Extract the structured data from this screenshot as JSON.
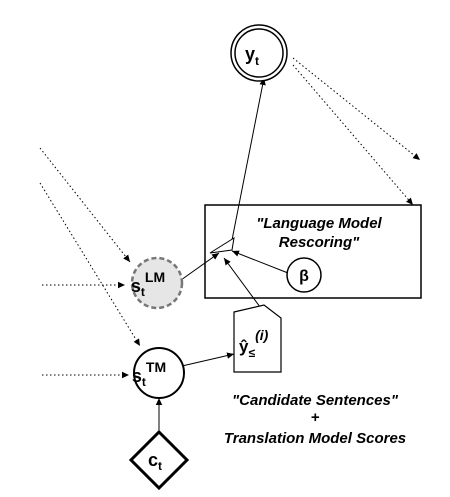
{
  "nodes": {
    "y": {
      "base": "y",
      "sub": "t"
    },
    "s_lm": {
      "base": "s",
      "sub": "t",
      "sup": "LM"
    },
    "s_tm": {
      "base": "s",
      "sub": "t",
      "sup": "TM"
    },
    "c": {
      "base": "c",
      "sub": "t"
    },
    "beta": {
      "label": "β"
    },
    "candidate": {
      "base": "ŷ",
      "sub": "≤",
      "sup": "(i)"
    }
  },
  "labels": {
    "rescoring_line1": "\"Language Model",
    "rescoring_line2": "Rescoring\"",
    "candidates_line1": "\"Candidate Sentences\"",
    "candidates_plus": "+",
    "candidates_line3": "Translation Model Scores"
  }
}
